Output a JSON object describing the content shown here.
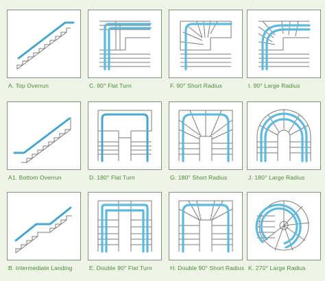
{
  "colors": {
    "background": "#eef5e6",
    "caption_text": "#4a8a3a",
    "tile_border": "#8a8a8a",
    "rail": "#5fb9dc",
    "stair_line": "#7a7a7a"
  },
  "tiles": [
    {
      "id": "A",
      "caption": "A. Top Overrun"
    },
    {
      "id": "C",
      "caption": "C. 90° Flat Turn"
    },
    {
      "id": "F",
      "caption": "F. 90° Short Radius"
    },
    {
      "id": "I",
      "caption": "I. 90°  Large Radius"
    },
    {
      "id": "A1",
      "caption": "A1. Bottom Overrun"
    },
    {
      "id": "D",
      "caption": "D. 180° Flat Turn"
    },
    {
      "id": "G",
      "caption": "G. 180° Short Radius"
    },
    {
      "id": "J",
      "caption": "J. 180°  Large Radius"
    },
    {
      "id": "B",
      "caption": "B. Intermediate Landing"
    },
    {
      "id": "E",
      "caption": "E. Double 90° Flat Turn"
    },
    {
      "id": "H",
      "caption": "H. Double 90° Short Radius"
    },
    {
      "id": "K",
      "caption": "K. 270°  Large Radius"
    }
  ]
}
